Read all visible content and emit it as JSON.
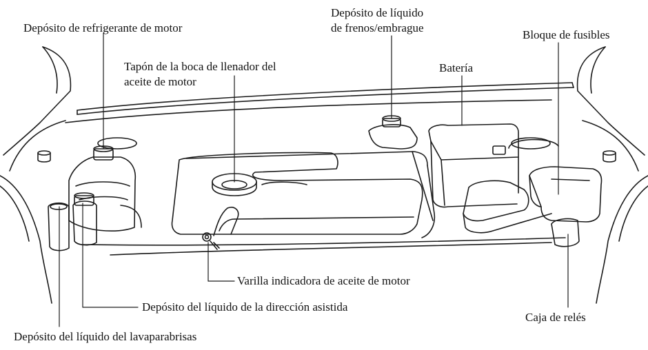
{
  "labels": {
    "coolant_reservoir": "Depósito de refrigerante de motor",
    "brake_clutch_line1": "Depósito de líquido",
    "brake_clutch_line2": "de frenos/embrague",
    "fuse_block": "Bloque de fusibles",
    "oil_filler_line1": "Tapón de la boca de llenador del",
    "oil_filler_line2": "aceite de motor",
    "battery": "Batería",
    "dipstick": "Varilla indicadora de aceite de motor",
    "power_steering": "Depósito del líquido de la dirección asistida",
    "relay_box": "Caja de relés",
    "washer_reservoir": "Depósito del líquido del lavaparabrisas"
  },
  "colors": {
    "line": "#1a1a1a",
    "background": "#ffffff"
  }
}
